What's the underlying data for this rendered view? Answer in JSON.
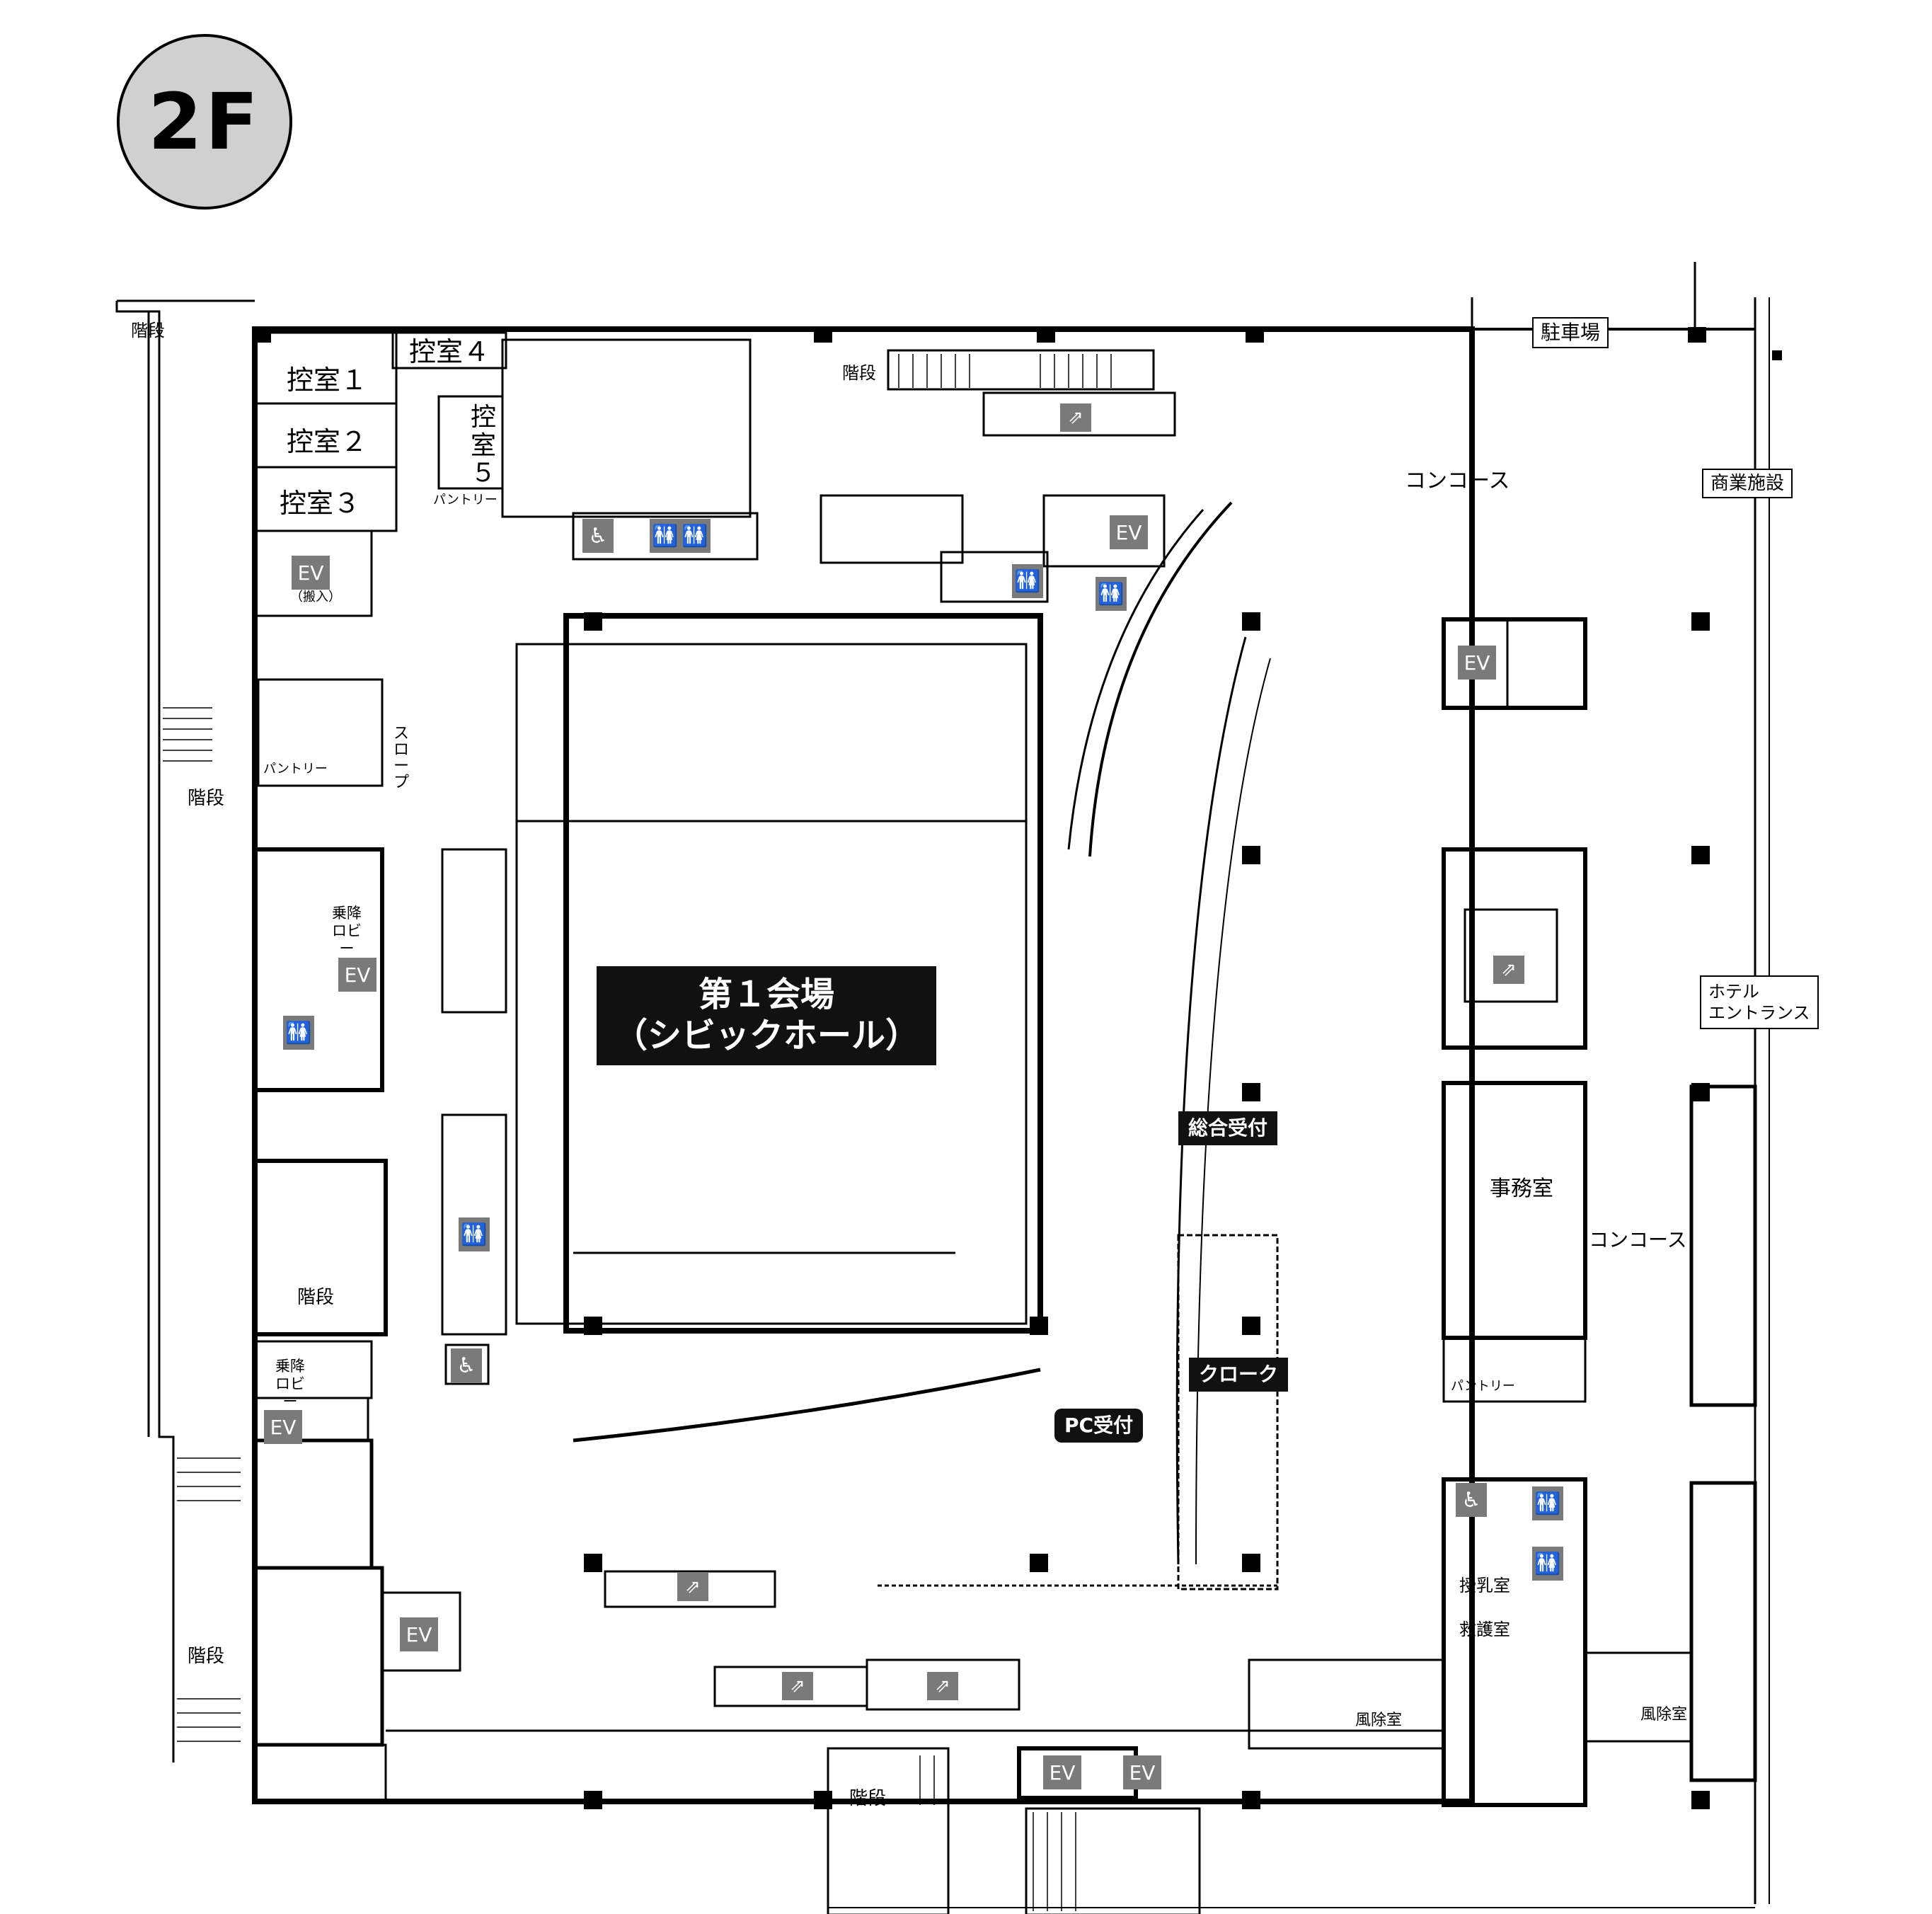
{
  "floor": "2F",
  "main_hall": {
    "line1": "第１会場",
    "line2": "（シビックホール）"
  },
  "rooms": {
    "hikaeshitsu1": "控室１",
    "hikaeshitsu2": "控室２",
    "hikaeshitsu3": "控室３",
    "hikaeshitsu4": "控室４",
    "hikaeshitsu5": "控室５",
    "pantry": "パントリー",
    "slope": "スロープ",
    "jimushitsu": "事務室",
    "junyushitsu": "授乳室",
    "kyugoshitsu": "救護室",
    "fujoshitsu": "風除室",
    "joukou_lobby": "乗降ロビー",
    "hannyu": "（搬入）"
  },
  "areas": {
    "concourse": "コンコース",
    "stairs": "階段",
    "parking": "駐車場",
    "commercial": "商業施設",
    "hotel_entrance_line1": "ホテル",
    "hotel_entrance_line2": "エントランス"
  },
  "service_labels": {
    "general_reception": "総合受付",
    "cloak": "クローク",
    "pc_reception": "PC受付"
  },
  "icons": {
    "elevator": "EV",
    "toilet_symbol": "toilet-icon",
    "wheelchair_symbol": "wheelchair-icon",
    "escalator_symbol": "escalator-icon",
    "icon_color": "#7a7a7a"
  },
  "colors": {
    "walls": "#000000",
    "badge_fill": "#d0d0d0",
    "label_fill": "#111111"
  }
}
